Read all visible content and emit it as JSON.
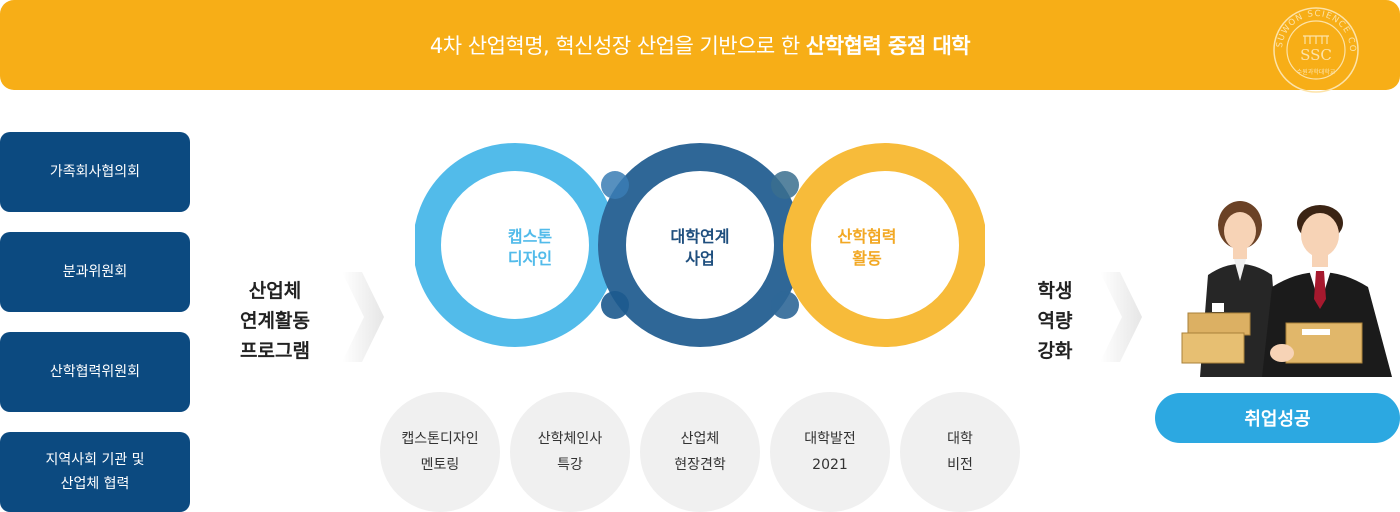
{
  "banner": {
    "title_prefix": "4차 산업혁명, 혁신성장 산업을 기반으로 한 ",
    "title_emphasis": "산학협력 중점 대학",
    "emblem_text": "SUWON SCIENCE COLLEGE",
    "emblem_initials": "SSC",
    "emblem_bottom": "수원과학대학교"
  },
  "left_boxes": [
    {
      "label": "가족회사협의회"
    },
    {
      "label": "분과위원회"
    },
    {
      "label": "산학협력위원회"
    },
    {
      "label": "지역사회 기관 및\n산업체 협력"
    }
  ],
  "left_program_label": "산업체\n연계활동\n프로그램",
  "rings": [
    {
      "label": "캡스톤\n디자인",
      "color": "#52bbea"
    },
    {
      "label": "대학연계\n사업",
      "color": "#2f6797"
    },
    {
      "label": "산학협력\n활동",
      "color": "#f7bb3a"
    }
  ],
  "bottom_circles": [
    {
      "label": "캡스톤디자인\n멘토링"
    },
    {
      "label": "산학체인사\n특강"
    },
    {
      "label": "산업체\n현장견학"
    },
    {
      "label": "대학발전\n2021"
    },
    {
      "label": "대학\n비전"
    }
  ],
  "right_label": "학생\n역량\n강화",
  "success_button": "취업성공",
  "colors": {
    "banner": "#f7ae17",
    "left_box": "#0c4a80",
    "success": "#2ca8e1",
    "circle_bg": "#f0f0f0"
  }
}
